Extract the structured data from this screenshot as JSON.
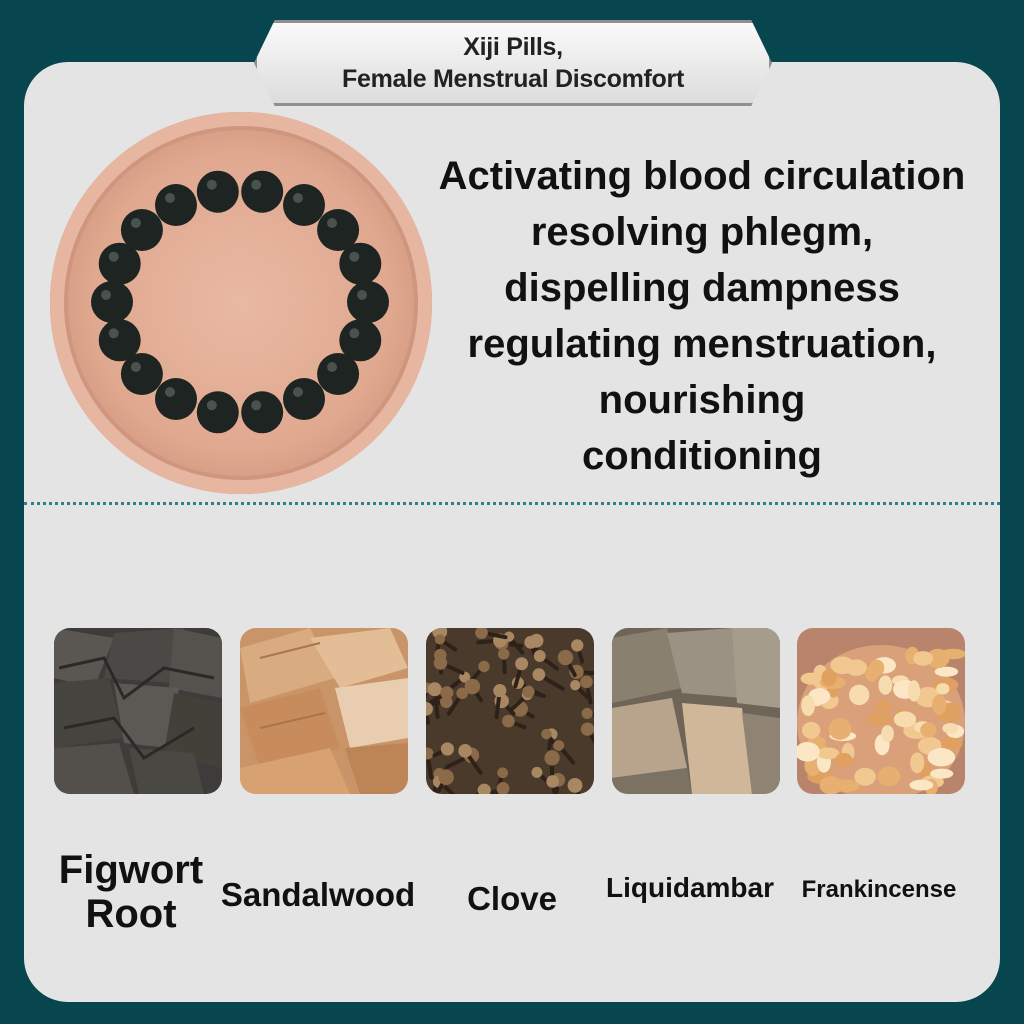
{
  "title": {
    "line1": "Xiji Pills,",
    "line2": "Female Menstrual Discomfort"
  },
  "headline": [
    "Activating blood circulation",
    "resolving phlegm,",
    "dispelling dampness",
    "regulating menstruation,",
    "nourishing",
    "conditioning"
  ],
  "ingredients": [
    {
      "name_line1": "Figwort",
      "name_line2": "Root",
      "icon": "figwort-root-icon"
    },
    {
      "name": "Sandalwood",
      "icon": "sandalwood-icon"
    },
    {
      "name": "Clove",
      "icon": "clove-icon"
    },
    {
      "name": "Liquidambar",
      "icon": "liquidambar-icon"
    },
    {
      "name": "Frankincense",
      "icon": "frankincense-icon"
    }
  ],
  "colors": {
    "background": "#07454f",
    "card": "#e4e4e4",
    "divider": "#2f7f89"
  }
}
